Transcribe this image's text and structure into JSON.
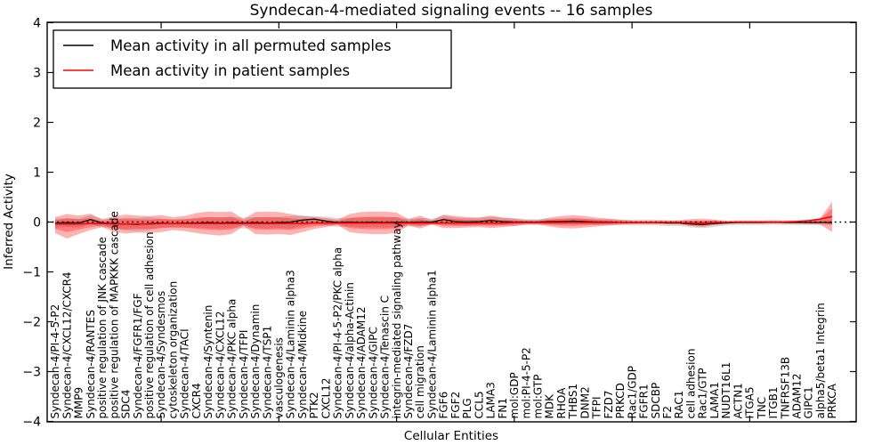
{
  "chart_data": {
    "type": "line",
    "title": "Syndecan-4-mediated signaling events -- 16 samples",
    "xlabel": "Cellular Entities",
    "ylabel": "Inferred Activity",
    "ylim": [
      -4,
      4
    ],
    "yticks": [
      4,
      3,
      2,
      1,
      0,
      -1,
      -2,
      -3,
      -4
    ],
    "grid": false,
    "zero_line": "dotted",
    "legend_position": "upper left",
    "categories": [
      "Syndecan-4/PI-4-5-P2",
      "Syndecan-4/CXCL12/CXCR4",
      "MMP9",
      "Syndecan-4/RANTES",
      "positive regulation of JNK cascade",
      "positive regulation of MAPKKK cascade",
      "SDC4",
      "Syndecan-4/FGFR1/FGF",
      "positive regulation of cell adhesion",
      "Syndecan-4/Syndesmos",
      "cytoskeleton organization",
      "Syndecan-4/TACI",
      "CXCR4",
      "Syndecan-4/Syntenin",
      "Syndecan-4/CXCL12",
      "Syndecan-4/PKC alpha",
      "Syndecan-4/TFPI",
      "Syndecan-4/Dynamin",
      "Syndecan-4/TSP1",
      "vasculogenesis",
      "Syndecan-4/Laminin alpha3",
      "Syndecan-4/Midkine",
      "PTK2",
      "CXCL12",
      "Syndecan-4/PI-4-5-P2/PKC alpha",
      "Syndecan-4/alpha-Actinin",
      "Syndecan-4/ADAM12",
      "Syndecan-4/GIPC",
      "Syndecan-4/Tenascin C",
      "integrin-mediated signaling pathway",
      "Syndecan-4/FZD7",
      "cell migration",
      "Syndecan-4/Laminin alpha1",
      "FGF6",
      "FGF2",
      "PLG",
      "CCL5",
      "LAMA3",
      "FN1",
      "mol:GDP",
      "mol:PI-4-5-P2",
      "mol:GTP",
      "MDK",
      "RHOA",
      "THBS1",
      "DNM2",
      "TFPI",
      "FZD7",
      "PRKCD",
      "Rac1/GDP",
      "FGFR1",
      "SDCBP",
      "F2",
      "RAC1",
      "cell adhesion",
      "Rac1/GTP",
      "LAMA1",
      "NUDT16L1",
      "ACTN1",
      "ITGA5",
      "TNC",
      "ITGB1",
      "TNFRSF13B",
      "ADAM12",
      "GIPC1",
      "alpha5/beta1 Integrin",
      "PRKCA"
    ],
    "series": [
      {
        "name": "Mean activity in all permuted samples",
        "color": "#000000",
        "values": [
          -0.02,
          -0.01,
          -0.02,
          0.05,
          -0.02,
          -0.03,
          -0.04,
          -0.05,
          -0.03,
          -0.02,
          -0.03,
          -0.02,
          -0.02,
          -0.01,
          -0.02,
          -0.01,
          -0.02,
          -0.01,
          -0.02,
          -0.01,
          0.0,
          0.04,
          0.06,
          0.02,
          -0.01,
          0.0,
          -0.01,
          0.0,
          -0.01,
          0.0,
          -0.01,
          0.0,
          0.0,
          0.05,
          0.01,
          0.0,
          0.01,
          0.03,
          0.01,
          0.0,
          0.0,
          0.0,
          0.01,
          0.01,
          0.02,
          0.01,
          0.0,
          0.0,
          -0.01,
          -0.01,
          -0.01,
          -0.01,
          -0.02,
          -0.02,
          -0.04,
          -0.05,
          -0.03,
          -0.02,
          -0.01,
          -0.01,
          -0.01,
          0.0,
          -0.01,
          -0.01,
          -0.01,
          -0.01,
          -0.01
        ]
      },
      {
        "name": "Mean activity in patient samples",
        "color": "#ff0000",
        "values": [
          -0.04,
          -0.04,
          -0.04,
          -0.03,
          -0.03,
          -0.04,
          -0.04,
          -0.04,
          -0.04,
          -0.03,
          -0.03,
          -0.03,
          -0.03,
          -0.03,
          -0.03,
          -0.03,
          -0.03,
          -0.03,
          -0.03,
          -0.03,
          -0.03,
          -0.03,
          -0.02,
          -0.02,
          -0.02,
          -0.02,
          -0.02,
          -0.02,
          -0.02,
          -0.02,
          -0.02,
          -0.02,
          -0.02,
          -0.02,
          -0.02,
          -0.02,
          -0.02,
          -0.02,
          -0.02,
          -0.01,
          -0.01,
          -0.01,
          -0.01,
          -0.01,
          -0.01,
          -0.01,
          -0.01,
          -0.01,
          -0.01,
          -0.01,
          -0.01,
          -0.01,
          -0.01,
          -0.01,
          -0.02,
          -0.02,
          -0.01,
          -0.01,
          0.0,
          0.0,
          0.0,
          0.0,
          0.0,
          0.01,
          0.03,
          0.06,
          0.11
        ]
      }
    ],
    "bands": [
      {
        "name": "permuted samples spread",
        "color": "rgba(0,0,0,0.14)",
        "upper": [
          0.07,
          0.08,
          0.07,
          0.14,
          0.07,
          0.06,
          0.09,
          0.08,
          0.1,
          0.07,
          0.06,
          0.07,
          0.07,
          0.1,
          0.09,
          0.1,
          0.09,
          0.1,
          0.09,
          0.1,
          0.12,
          0.13,
          0.12,
          0.11,
          0.08,
          0.09,
          0.09,
          0.1,
          0.09,
          0.1,
          0.07,
          0.08,
          0.07,
          0.13,
          0.09,
          0.08,
          0.09,
          0.11,
          0.09,
          0.08,
          0.06,
          0.06,
          0.07,
          0.07,
          0.08,
          0.07,
          0.06,
          0.06,
          0.05,
          0.05,
          0.05,
          0.05,
          0.04,
          0.04,
          0.03,
          0.02,
          0.04,
          0.03,
          0.04,
          0.04,
          0.04,
          0.05,
          0.04,
          0.04,
          0.04,
          0.04,
          0.04
        ],
        "lower": [
          -0.11,
          -0.1,
          -0.11,
          -0.04,
          -0.11,
          -0.12,
          -0.17,
          -0.18,
          -0.16,
          -0.11,
          -0.12,
          -0.11,
          -0.11,
          -0.12,
          -0.13,
          -0.12,
          -0.13,
          -0.12,
          -0.13,
          -0.12,
          -0.13,
          -0.08,
          -0.03,
          -0.07,
          -0.1,
          -0.09,
          -0.11,
          -0.1,
          -0.11,
          -0.1,
          -0.09,
          -0.08,
          -0.06,
          -0.03,
          -0.07,
          -0.08,
          -0.07,
          -0.05,
          -0.07,
          -0.08,
          -0.06,
          -0.06,
          -0.05,
          -0.05,
          -0.04,
          -0.05,
          -0.06,
          -0.06,
          -0.07,
          -0.07,
          -0.07,
          -0.07,
          -0.08,
          -0.08,
          -0.11,
          -0.12,
          -0.1,
          -0.07,
          -0.06,
          -0.06,
          -0.06,
          -0.05,
          -0.06,
          -0.06,
          -0.06,
          -0.06,
          -0.06
        ]
      },
      {
        "name": "patient samples spread",
        "color": "rgba(255,0,0,0.30)",
        "upper": [
          0.1,
          0.16,
          0.13,
          0.17,
          0.05,
          0.12,
          0.15,
          0.13,
          0.12,
          0.14,
          0.1,
          0.12,
          0.18,
          0.21,
          0.2,
          0.21,
          0.06,
          0.2,
          0.21,
          0.2,
          0.16,
          0.12,
          0.1,
          0.08,
          0.05,
          0.16,
          0.2,
          0.21,
          0.21,
          0.19,
          0.06,
          0.13,
          0.04,
          0.15,
          0.12,
          0.1,
          0.09,
          0.13,
          0.09,
          0.07,
          0.04,
          0.04,
          0.09,
          0.12,
          0.14,
          0.12,
          0.09,
          0.07,
          0.05,
          0.03,
          0.03,
          0.03,
          0.03,
          0.03,
          0.06,
          0.07,
          0.05,
          0.02,
          0.02,
          0.02,
          0.02,
          0.02,
          0.02,
          0.03,
          0.04,
          0.08,
          0.41
        ],
        "lower": [
          -0.22,
          -0.33,
          -0.24,
          -0.16,
          -0.1,
          -0.2,
          -0.23,
          -0.21,
          -0.22,
          -0.2,
          -0.16,
          -0.18,
          -0.22,
          -0.25,
          -0.27,
          -0.24,
          -0.08,
          -0.24,
          -0.25,
          -0.24,
          -0.26,
          -0.2,
          -0.14,
          -0.1,
          -0.06,
          -0.2,
          -0.23,
          -0.24,
          -0.24,
          -0.22,
          -0.07,
          -0.13,
          -0.05,
          -0.12,
          -0.12,
          -0.11,
          -0.1,
          -0.12,
          -0.1,
          -0.08,
          -0.05,
          -0.05,
          -0.09,
          -0.12,
          -0.13,
          -0.11,
          -0.09,
          -0.07,
          -0.05,
          -0.04,
          -0.04,
          -0.04,
          -0.04,
          -0.04,
          -0.08,
          -0.1,
          -0.06,
          -0.03,
          -0.03,
          -0.03,
          -0.03,
          -0.03,
          -0.03,
          -0.03,
          -0.04,
          -0.05,
          -0.2
        ]
      }
    ]
  }
}
